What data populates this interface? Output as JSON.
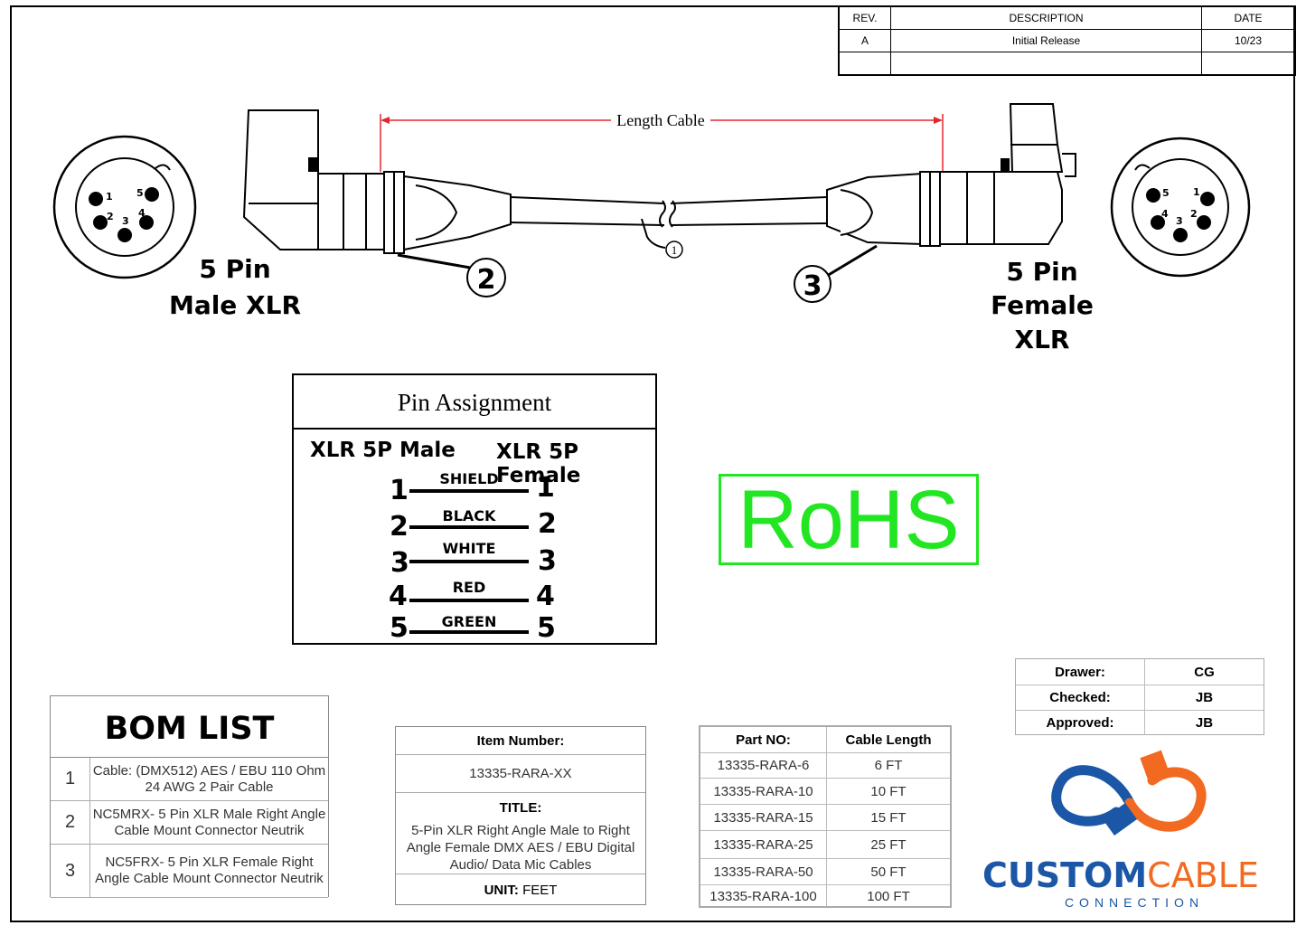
{
  "revision": {
    "headers": [
      "REV.",
      "DESCRIPTION",
      "DATE"
    ],
    "rows": [
      [
        "A",
        "Initial Release",
        "10/23"
      ]
    ]
  },
  "drawing": {
    "length_label": "Length Cable",
    "callout_1": "1",
    "callout_2": "2",
    "callout_3": "3",
    "male_pins": [
      "1",
      "2",
      "3",
      "4",
      "5"
    ],
    "female_pins": [
      "5",
      "1",
      "4",
      "3",
      "2"
    ],
    "male_label_line1": "5 Pin",
    "male_label_line2": "Male XLR",
    "female_label_line1": "5 Pin",
    "female_label_line2": "Female XLR"
  },
  "pin_assignment": {
    "title": "Pin Assignment",
    "left_header": "XLR 5P Male",
    "right_header": "XLR 5P Female",
    "wires": [
      {
        "pin": "1",
        "label": "SHIELD",
        "to": "1"
      },
      {
        "pin": "2",
        "label": "BLACK",
        "to": "2"
      },
      {
        "pin": "3",
        "label": "WHITE",
        "to": "3"
      },
      {
        "pin": "4",
        "label": "RED",
        "to": "4"
      },
      {
        "pin": "5",
        "label": "GREEN",
        "to": "5"
      }
    ]
  },
  "rohs": {
    "text": "RoHS",
    "color": "#22e622"
  },
  "bom": {
    "title": "BOM LIST",
    "rows": [
      {
        "num": "1",
        "desc": "Cable: (DMX512) AES / EBU 110 Ohm 24 AWG 2 Pair Cable"
      },
      {
        "num": "2",
        "desc": "NC5MRX- 5 Pin XLR Male Right Angle Cable Mount Connector Neutrik"
      },
      {
        "num": "3",
        "desc": "NC5FRX- 5 Pin XLR Female Right Angle Cable Mount Connector Neutrik"
      }
    ]
  },
  "item": {
    "item_label": "Item Number:",
    "item_value": "13335-RARA-XX",
    "title_label": "TITLE:",
    "title_value": "5-Pin XLR Right Angle Male to Right Angle Female DMX AES / EBU Digital Audio/ Data Mic Cables",
    "unit_label": "UNIT:",
    "unit_value": "FEET"
  },
  "parts": {
    "headers": [
      "Part NO:",
      "Cable Length"
    ],
    "rows": [
      [
        "13335-RARA-6",
        "6 FT"
      ],
      [
        "13335-RARA-10",
        "10 FT"
      ],
      [
        "13335-RARA-15",
        "15 FT"
      ],
      [
        "13335-RARA-25",
        "25 FT"
      ],
      [
        "13335-RARA-50",
        "50 FT"
      ],
      [
        "13335-RARA-100",
        "100 FT"
      ]
    ]
  },
  "approval": {
    "rows": [
      {
        "label": "Drawer:",
        "value": "CG"
      },
      {
        "label": "Checked:",
        "value": "JB"
      },
      {
        "label": "Approved:",
        "value": "JB"
      }
    ]
  },
  "logo": {
    "word1": "CUSTOM",
    "word2": "CABLE",
    "word3": "CONNECTION",
    "blue": "#1b57a6",
    "orange": "#f26a21"
  }
}
